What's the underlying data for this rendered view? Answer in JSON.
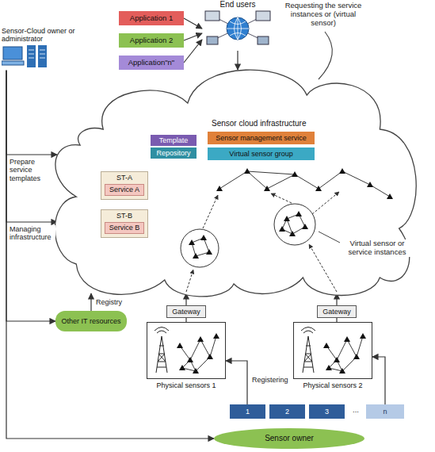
{
  "diagram": {
    "nodes": [
      {
        "text": [
          "Application 1"
        ]
      },
      {
        "text": [
          "Application 2"
        ]
      },
      {
        "text": [
          "Application\"n\""
        ]
      },
      {
        "text": [
          "End users"
        ]
      },
      {
        "text": [
          "Sensor-Cloud owner or administrator"
        ]
      },
      {
        "text": [
          "Sensor cloud infrastructure"
        ]
      },
      {
        "text": [
          "Template"
        ],
        "in": 5
      },
      {
        "text": [
          "Repository"
        ],
        "in": 5
      },
      {
        "text": [
          "Sensor management service"
        ],
        "in": 5
      },
      {
        "text": [
          "Virtual sensor group"
        ],
        "in": 5
      },
      {
        "text": [
          "ST-A"
        ],
        "in": 5
      },
      {
        "text": [
          "Service A"
        ],
        "in": 10
      },
      {
        "text": [
          "ST-B"
        ],
        "in": 5
      },
      {
        "text": [
          "Service B"
        ],
        "in": 12
      },
      {
        "text": [
          "Other IT resources"
        ]
      },
      {
        "text": [
          "Gateway"
        ]
      },
      {
        "text": [
          "Physical sensors 1"
        ]
      },
      {
        "text": [
          "Gateway"
        ]
      },
      {
        "text": [
          "Physical sensors 2"
        ]
      },
      {
        "text": [
          "1"
        ]
      },
      {
        "text": [
          "2"
        ]
      },
      {
        "text": [
          "3"
        ]
      },
      {
        "text": [
          "n"
        ]
      },
      {
        "text": [
          "Sensor owner"
        ]
      }
    ],
    "edges": [
      {
        "from": 0,
        "to": 3,
        "arrow": "to"
      },
      {
        "from": 1,
        "to": 3,
        "arrow": "to"
      },
      {
        "from": 2,
        "to": 3,
        "arrow": "to"
      },
      {
        "from": 3,
        "to": 5,
        "arrow": "to"
      },
      {
        "from": 4,
        "to": 5,
        "label": "Prepare service templates",
        "arrow": "to"
      },
      {
        "from": 4,
        "to": 5,
        "label": "Managing infrastructure",
        "arrow": "to"
      },
      {
        "from": 4,
        "to": 14,
        "arrow": "to"
      },
      {
        "from": 14,
        "to": 5,
        "label": "Registry",
        "arrow": "to"
      },
      {
        "from": 4,
        "to": 23,
        "arrow": "to"
      },
      {
        "from": 15,
        "to": 5,
        "arrow": "to"
      },
      {
        "from": 16,
        "to": 15,
        "arrow": "none"
      },
      {
        "from": 17,
        "to": 5,
        "arrow": "to"
      },
      {
        "from": 18,
        "to": 17,
        "arrow": "none"
      },
      {
        "from": 19,
        "to": 16,
        "label": "Registering",
        "arrow": "to"
      },
      {
        "from": 22,
        "to": 18,
        "arrow": "to"
      }
    ],
    "labels": [
      "Requesting the service instances or (virtual sensor)",
      "Virtual sensor or service instances",
      "..."
    ]
  }
}
